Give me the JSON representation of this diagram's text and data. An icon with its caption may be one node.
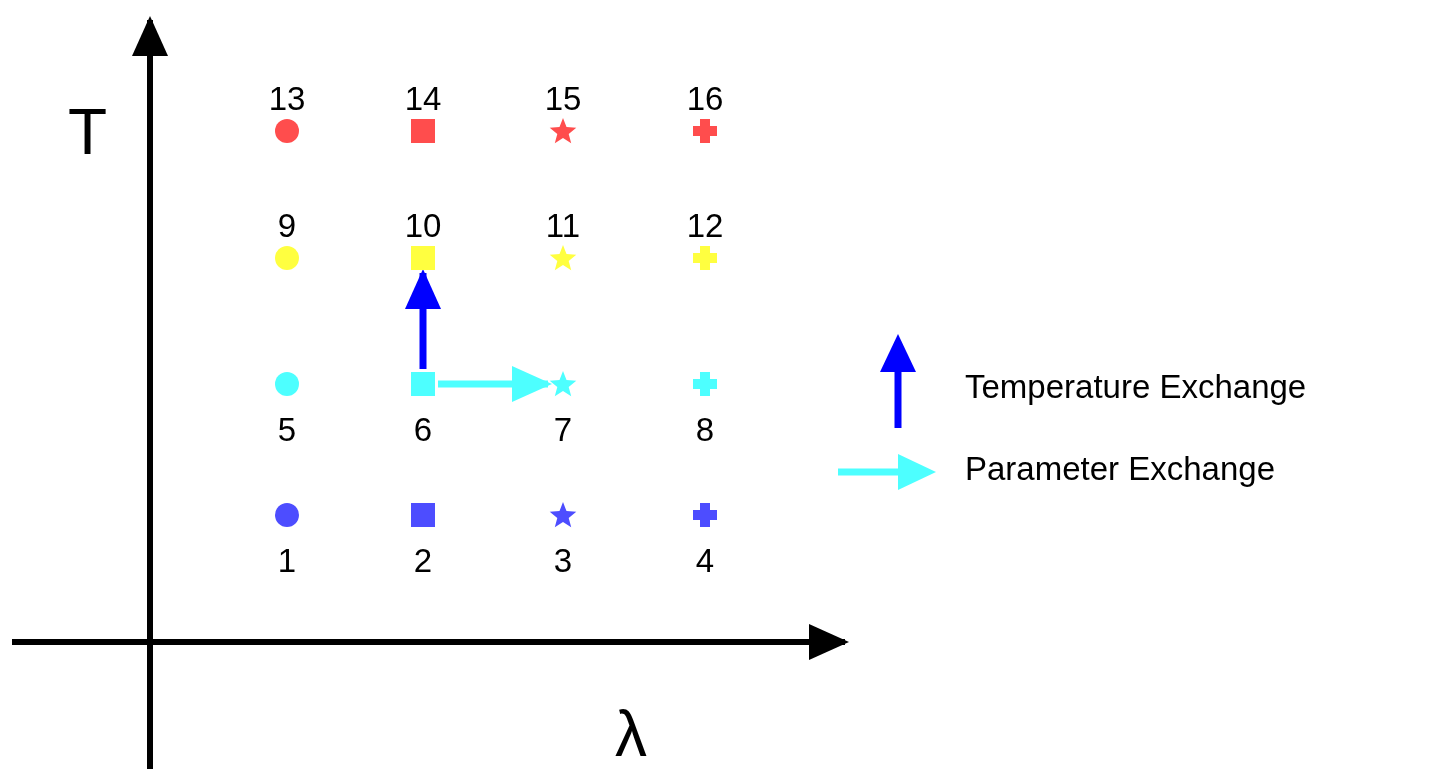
{
  "diagram": {
    "nodes": [
      {
        "text": [],
        "shape": "circle",
        "beside": [
          "13"
        ]
      },
      {
        "text": [],
        "shape": "box",
        "beside": [
          "14"
        ]
      },
      {
        "text": [],
        "shape": "star",
        "beside": [
          "15"
        ]
      },
      {
        "text": [],
        "shape": "cross",
        "beside": [
          "16"
        ]
      },
      {
        "text": [],
        "shape": "circle",
        "beside": [
          "9"
        ]
      },
      {
        "text": [],
        "shape": "box",
        "beside": [
          "10"
        ]
      },
      {
        "text": [],
        "shape": "star",
        "beside": [
          "11"
        ]
      },
      {
        "text": [],
        "shape": "cross",
        "beside": [
          "12"
        ]
      },
      {
        "text": [],
        "shape": "circle",
        "beside": [
          "5"
        ]
      },
      {
        "text": [],
        "shape": "box",
        "beside": [
          "6"
        ]
      },
      {
        "text": [],
        "shape": "star",
        "beside": [
          "7"
        ]
      },
      {
        "text": [],
        "shape": "cross",
        "beside": [
          "8"
        ]
      },
      {
        "text": [],
        "shape": "circle",
        "beside": [
          "1"
        ]
      },
      {
        "text": [],
        "shape": "box",
        "beside": [
          "2"
        ]
      },
      {
        "text": [],
        "shape": "star",
        "beside": [
          "3"
        ]
      },
      {
        "text": [],
        "shape": "cross",
        "beside": [
          "4"
        ]
      }
    ],
    "edges": [
      {
        "from": 9,
        "to": 5,
        "arrow": "to",
        "color": "#0000ff"
      },
      {
        "from": 9,
        "to": 10,
        "arrow": "to",
        "color": "#4dffff"
      }
    ],
    "labels": [
      "T",
      "λ"
    ],
    "legend": [
      {
        "text": "Temperature Exchange"
      },
      {
        "text": "Parameter Exchange"
      }
    ]
  }
}
